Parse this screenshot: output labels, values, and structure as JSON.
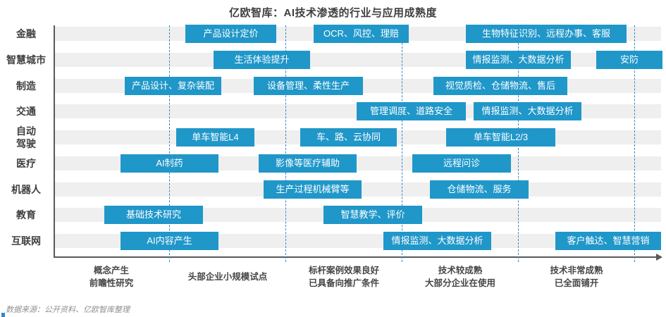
{
  "title": "亿欧智库：AI技术渗透的行业与应用成熟度",
  "source_note": "数据来源：公开资料、亿欧智库整理",
  "colors": {
    "box_blue": "#2097C9",
    "divider_blue": "#3488C8",
    "track_gray": "#EFEFEF",
    "axis_gray": "#58595B",
    "text_dark": "#3F3F3F",
    "source_gray": "#8F8F8F"
  },
  "chart_data": {
    "type": "table",
    "title": "亿欧智库：AI技术渗透的行业与应用成熟度",
    "subtitle": "",
    "legend_position": "none",
    "grid": "dashed vertical stage dividers",
    "x_axis": {
      "label": "",
      "range_stages": [
        0,
        5.3
      ],
      "stages": [
        "概念产生\n前瞻性研究",
        "头部企业小规模试点",
        "标杆案例效果良好\n已具备向推广条件",
        "技术较成熟\n大部分企业在使用",
        "技术非常成熟\n已全面铺开"
      ]
    },
    "rows": [
      {
        "industry": "金融",
        "applications": [
          {
            "label": "产品设计定价",
            "stage_span": [
              1.14,
              1.92
            ]
          },
          {
            "label": "OCR、风控、理赔",
            "stage_span": [
              2.24,
              3.06
            ]
          },
          {
            "label": "生物特征识别、远程办事、客服",
            "stage_span": [
              3.55,
              4.93
            ]
          }
        ]
      },
      {
        "industry": "智慧城市",
        "applications": [
          {
            "label": "生活体验提升",
            "stage_span": [
              1.38,
              2.21
            ]
          },
          {
            "label": "情报监测、大数据分析",
            "stage_span": [
              3.55,
              4.45
            ]
          },
          {
            "label": "安防",
            "stage_span": [
              4.67,
              5.24
            ]
          }
        ]
      },
      {
        "industry": "制造",
        "applications": [
          {
            "label": "产品设计、复杂装配",
            "stage_span": [
              0.62,
              1.45
            ]
          },
          {
            "label": "设备管理、柔性生产",
            "stage_span": [
              1.73,
              2.67
            ]
          },
          {
            "label": "视觉质检、仓储物流、售后",
            "stage_span": [
              3.27,
              4.42
            ]
          }
        ]
      },
      {
        "industry": "交通",
        "applications": [
          {
            "label": "管理调度、道路安全",
            "stage_span": [
              2.61,
              3.55
            ]
          },
          {
            "label": "情报监测、大数据分析",
            "stage_span": [
              3.62,
              4.55
            ]
          }
        ]
      },
      {
        "industry": "自动驾驶",
        "display": "自动\n驾驶",
        "applications": [
          {
            "label": "单车智能L4",
            "stage_span": [
              1.06,
              1.73
            ]
          },
          {
            "label": "车、路、云协同",
            "stage_span": [
              2.13,
              2.96
            ]
          },
          {
            "label": "单车智能L2/3",
            "stage_span": [
              3.38,
              4.32
            ]
          }
        ]
      },
      {
        "industry": "医疗",
        "applications": [
          {
            "label": "AI制药",
            "stage_span": [
              0.58,
              1.42
            ]
          },
          {
            "label": "影像等医疗辅助",
            "stage_span": [
              1.77,
              2.61
            ]
          },
          {
            "label": "远程问诊",
            "stage_span": [
              3.09,
              3.94
            ]
          }
        ]
      },
      {
        "industry": "机器人",
        "applications": [
          {
            "label": "生产过程机械臂等",
            "stage_span": [
              1.81,
              2.65
            ]
          },
          {
            "label": "仓储物流、服务",
            "stage_span": [
              3.24,
              4.09
            ]
          }
        ]
      },
      {
        "industry": "教育",
        "applications": [
          {
            "label": "基础技术研究",
            "stage_span": [
              0.44,
              1.29
            ]
          },
          {
            "label": "智慧教学、评价",
            "stage_span": [
              2.33,
              3.18
            ]
          }
        ]
      },
      {
        "industry": "互联网",
        "applications": [
          {
            "label": "AI内容产生",
            "stage_span": [
              0.58,
              1.42
            ]
          },
          {
            "label": "情报监测、大数据分析",
            "stage_span": [
              2.84,
              3.77
            ]
          },
          {
            "label": "客户触达、智慧营销",
            "stage_span": [
              4.32,
              5.23
            ]
          }
        ]
      }
    ]
  }
}
